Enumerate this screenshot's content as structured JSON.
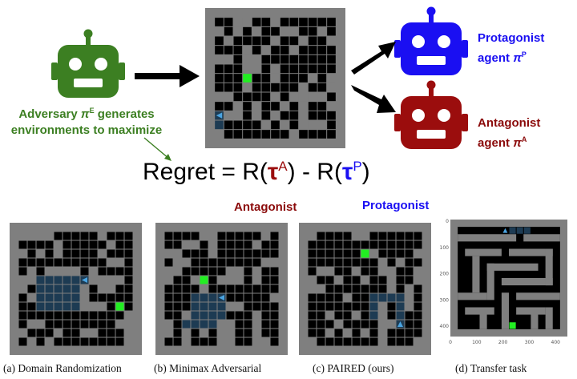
{
  "adversary": {
    "line1": "Adversary",
    "policy_symbol": "π",
    "policy_sup": "E",
    "line1_rest": " generates",
    "line2": "environments to maximize",
    "color": "#3c7f22"
  },
  "protagonist": {
    "line1": "Protagonist",
    "line2_prefix": "agent ",
    "policy_symbol": "π",
    "policy_sup": "P",
    "color": "#1a0ff2"
  },
  "antagonist": {
    "line1": "Antagonist",
    "line2_prefix": "agent ",
    "policy_symbol": "π",
    "policy_sup": "A",
    "color": "#8b0a0a"
  },
  "equation": {
    "left": "Regret = R(",
    "tau_a": "τ",
    "sup_a": "A",
    "middle": ") - R(",
    "tau_p": "τ",
    "sup_p": "P",
    "right": ")"
  },
  "row_labels": {
    "antagonist": "Antagonist",
    "protagonist": "Protagonist"
  },
  "captions": {
    "a": "(a) Domain Randomization",
    "b": "(b) Minimax Adversarial",
    "c": "(c) PAIRED (ours)",
    "d": "(d) Transfer task"
  },
  "transfer_axes": {
    "x_ticks": [
      "0",
      "100",
      "200",
      "300",
      "400"
    ],
    "y_ticks": [
      "0",
      "100",
      "200",
      "300",
      "400"
    ]
  },
  "colors": {
    "maze_floor": "#000000",
    "maze_wall": "#7f7f7f",
    "goal": "#22ee22",
    "visited": "#1d3b53",
    "agent": "#4aa3e0"
  }
}
